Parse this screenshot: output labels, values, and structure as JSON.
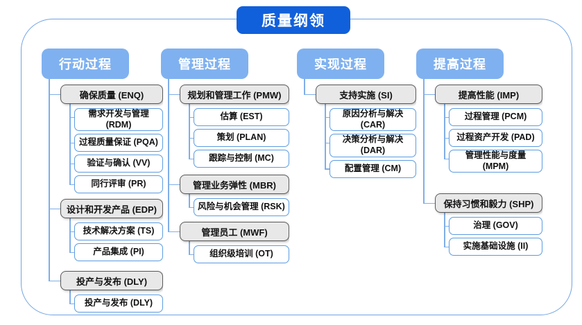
{
  "title": "质量纲领",
  "colors": {
    "title_bg": "#1160DB",
    "header_bg": "#7FB1F0",
    "gray_box_fill": "#E8E8E8",
    "gray_box_border": "#595959",
    "white_box_border": "#5B9BE0",
    "connector_line": "#7FAEE8",
    "frame_border": "#6FA3E3"
  },
  "columns": [
    {
      "header": "行动过程",
      "groups": [
        {
          "label": "确保质量 (ENQ)",
          "children": [
            "需求开发与管理 (RDM)",
            "过程质量保证 (PQA)",
            "验证与确认 (VV)",
            "同行评审 (PR)"
          ]
        },
        {
          "label": "设计和开发产品 (EDP)",
          "children": [
            "技术解决方案 (TS)",
            "产品集成 (PI)"
          ]
        },
        {
          "label": "投产与发布 (DLY)",
          "children": [
            "投产与发布 (DLY)"
          ]
        }
      ]
    },
    {
      "header": "管理过程",
      "groups": [
        {
          "label": "规划和管理工作 (PMW)",
          "children": [
            "估算 (EST)",
            "策划 (PLAN)",
            "跟踪与控制 (MC)"
          ]
        },
        {
          "label": "管理业务弹性 (MBR)",
          "children": [
            "风险与机会管理 (RSK)"
          ]
        },
        {
          "label": "管理员工 (MWF)",
          "children": [
            "组织级培训 (OT)"
          ]
        }
      ]
    },
    {
      "header": "实现过程",
      "groups": [
        {
          "label": "支持实施 (SI)",
          "children": [
            "原因分析与解决 (CAR)",
            "决策分析与解决 (DAR)",
            "配置管理 (CM)"
          ]
        }
      ]
    },
    {
      "header": "提高过程",
      "groups": [
        {
          "label": "提高性能 (IMP)",
          "children": [
            "过程管理 (PCM)",
            "过程资产开发 (PAD)",
            "管理性能与度量 (MPM)"
          ]
        },
        {
          "label": "保持习惯和毅力 (SHP)",
          "children": [
            "治理 (GOV)",
            "实施基础设施 (II)"
          ]
        }
      ]
    }
  ]
}
